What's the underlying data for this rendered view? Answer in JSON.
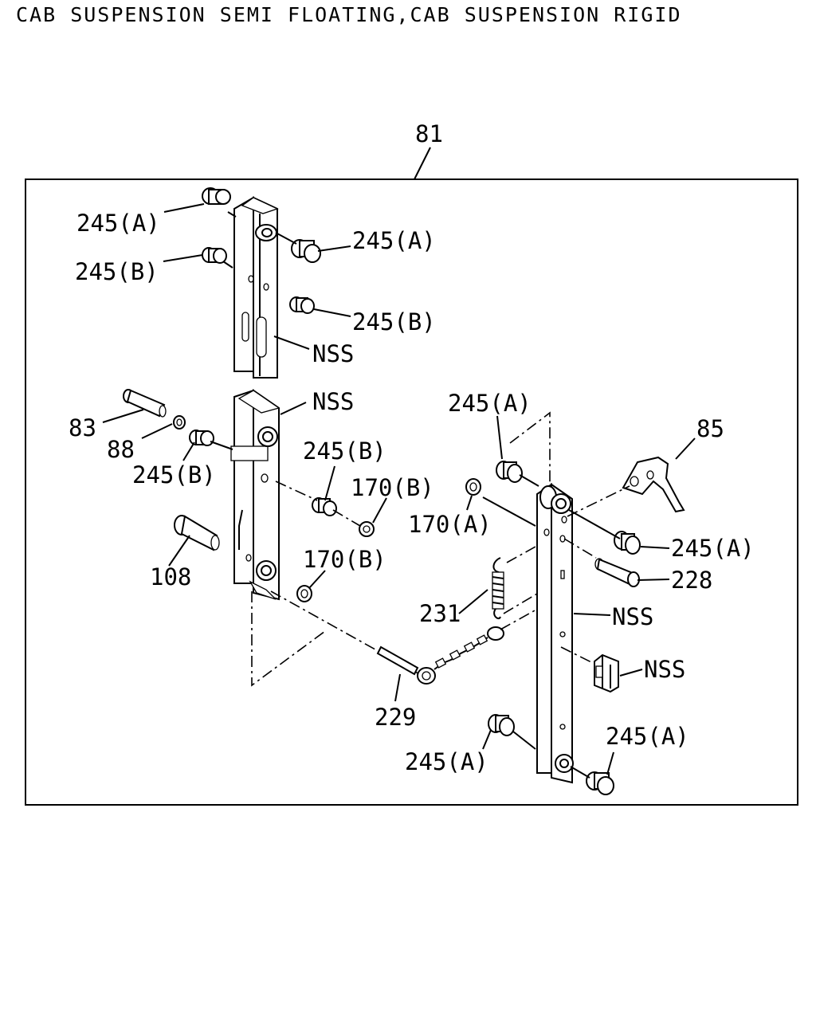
{
  "title": "CAB SUSPENSION SEMI FLOATING,CAB SUSPENSION RIGID",
  "callouts": {
    "assembly": "81",
    "upper_left_top_a": "245(A)",
    "upper_left_b": "245(B)",
    "upper_right_a": "245(A)",
    "upper_right_b": "245(B)",
    "upper_nss": "NSS",
    "mid_nss": "NSS",
    "bolt_83": "83",
    "washer_88": "88",
    "bush_left_b": "245(B)",
    "bush_mid_b": "245(B)",
    "washer_170b_upper": "170(B)",
    "pin_108": "108",
    "washer_170b_lower": "170(B)",
    "pin_229": "229",
    "right_top_a": "245(A)",
    "washer_170a": "170(A)",
    "spring_231": "231",
    "lever_85": "85",
    "right_mid_a": "245(A)",
    "bolt_228": "228",
    "right_nss": "NSS",
    "clip_nss": "NSS",
    "bottom_left_a": "245(A)",
    "bottom_right_a": "245(A)"
  }
}
